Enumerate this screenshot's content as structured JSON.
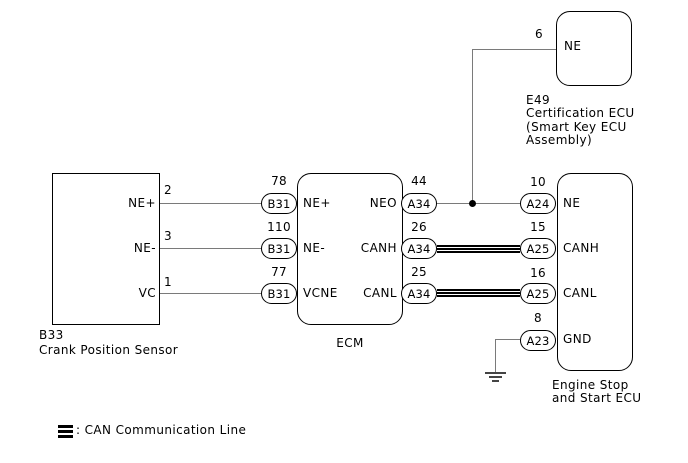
{
  "sensor": {
    "id": "B33",
    "name": "Crank Position Sensor",
    "pins": [
      {
        "wire_number": "2",
        "label": "NE+"
      },
      {
        "wire_number": "3",
        "label": "NE-"
      },
      {
        "wire_number": "1",
        "label": "VC"
      }
    ]
  },
  "ecm": {
    "caption": "ECM",
    "left_pins": [
      {
        "number": "78",
        "connector": "B31",
        "label": "NE+"
      },
      {
        "number": "110",
        "connector": "B31",
        "label": "NE-"
      },
      {
        "number": "77",
        "connector": "B31",
        "label": "VCNE"
      }
    ],
    "right_pins": [
      {
        "number": "44",
        "connector": "A34",
        "label": "NEO"
      },
      {
        "number": "26",
        "connector": "A34",
        "label": "CANH"
      },
      {
        "number": "25",
        "connector": "A34",
        "label": "CANL"
      }
    ]
  },
  "certification_ecu": {
    "pin_number": "6",
    "pin_label": "NE",
    "caption_line1": "E49",
    "caption_line2": "Certification ECU",
    "caption_line3": "(Smart Key ECU",
    "caption_line4": "Assembly)"
  },
  "stop_start_ecu": {
    "caption_line1": "Engine Stop",
    "caption_line2": "and Start ECU",
    "pins": [
      {
        "number": "10",
        "connector": "A24",
        "label": "NE"
      },
      {
        "number": "15",
        "connector": "A25",
        "label": "CANH"
      },
      {
        "number": "16",
        "connector": "A25",
        "label": "CANL"
      },
      {
        "number": "8",
        "connector": "A23",
        "label": "GND"
      }
    ]
  },
  "legend": {
    "label": ": CAN Communication Line"
  },
  "colors": {
    "wire": "#7a7a7a",
    "border": "#000000",
    "background": "#ffffff",
    "can_line": "#000000"
  }
}
